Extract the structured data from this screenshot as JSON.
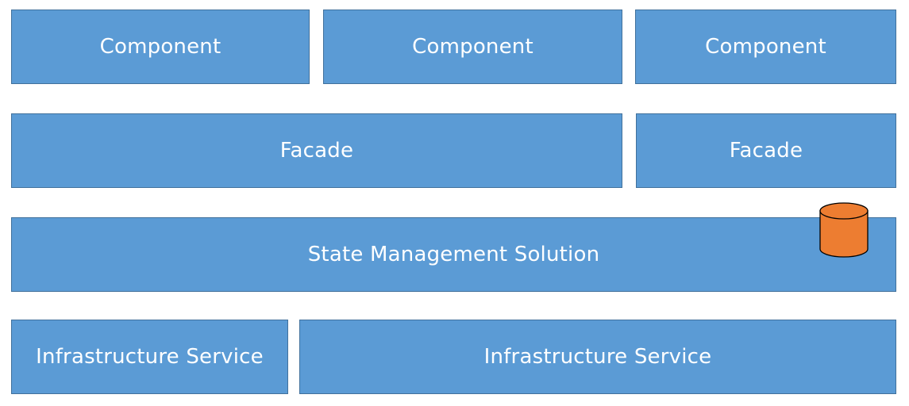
{
  "components": [
    {
      "label": "Component"
    },
    {
      "label": "Component"
    },
    {
      "label": "Component"
    }
  ],
  "facades": [
    {
      "label": "Facade"
    },
    {
      "label": "Facade"
    }
  ],
  "state_management": {
    "label": "State Management Solution"
  },
  "infrastructure": [
    {
      "label": "Infrastructure Service"
    },
    {
      "label": "Infrastructure Service"
    }
  ],
  "store_icon": {
    "name": "database-cylinder-icon",
    "fill": "#ed7d31",
    "stroke": "#000000"
  },
  "colors": {
    "box_fill": "#5b9bd5",
    "box_border": "#41719c",
    "text": "#ffffff"
  }
}
